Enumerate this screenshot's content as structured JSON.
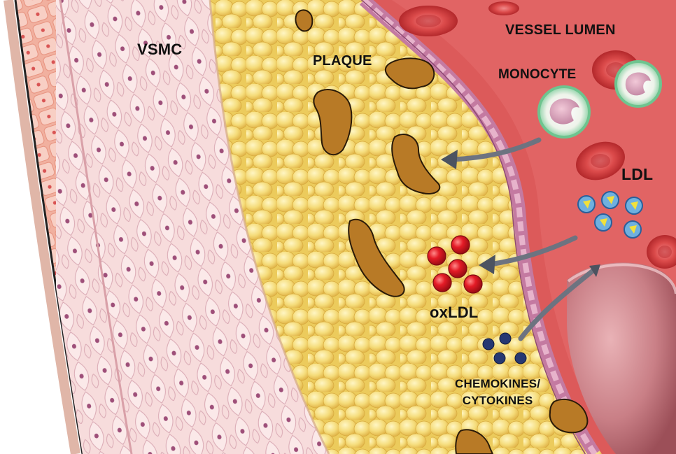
{
  "labels": {
    "vsmc": "VSMC",
    "plaque": "PLAQUE",
    "vessel_lumen": "VESSEL LUMEN",
    "monocyte": "MONOCYTE",
    "ldl": "LDL",
    "oxldl": "oxLDL",
    "chemokines": "CHEMOKINES/",
    "cytokines": "CYTOKINES"
  },
  "colors": {
    "adventitia": "#e9957a",
    "vsmc_layer": "#f6d6d4",
    "plaque": "#f3d96a",
    "endothelium": "#c97fa5",
    "lumen": "#df5d5d",
    "oxldl": "#d6141f",
    "chemokine": "#283a78",
    "monocyte_ring": "#7fcf9d",
    "foam_cell": "#b97c27",
    "arrow": "#6e7480"
  }
}
